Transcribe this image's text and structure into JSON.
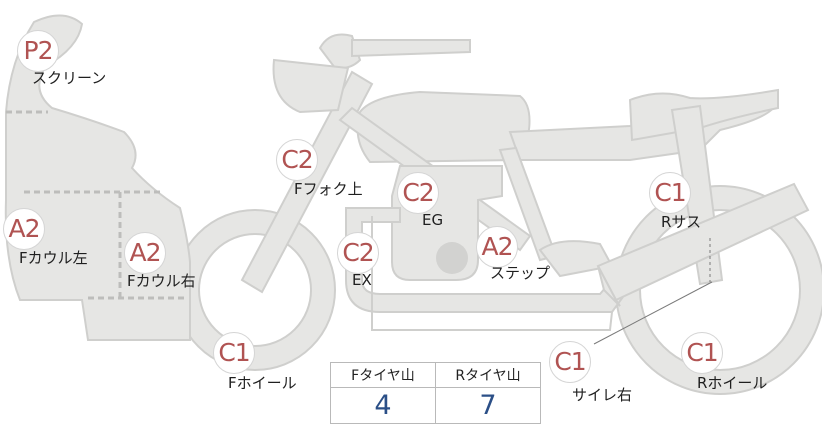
{
  "colors": {
    "body_fill": "#e6e6e4",
    "body_stroke": "#cfcfcd",
    "grade_text": "#b05352",
    "value_text": "#2b4f87"
  },
  "markers": {
    "screen": {
      "grade": "P2",
      "label": "スクリーン"
    },
    "front_fork": {
      "grade": "C2",
      "label": "Fフォク上"
    },
    "engine": {
      "grade": "C2",
      "label": "EG"
    },
    "rear_susp": {
      "grade": "C1",
      "label": "Rサス"
    },
    "fcowl_left": {
      "grade": "A2",
      "label": "Fカウル左"
    },
    "fcowl_right": {
      "grade": "A2",
      "label": "Fカウル右"
    },
    "exhaust": {
      "grade": "C2",
      "label": "EX"
    },
    "step": {
      "grade": "A2",
      "label": "ステップ"
    },
    "front_wheel": {
      "grade": "C1",
      "label": "Fホイール"
    },
    "muffler_r": {
      "grade": "C1",
      "label": "サイレ右"
    },
    "rear_wheel": {
      "grade": "C1",
      "label": "Rホイール"
    }
  },
  "tread": {
    "front_header": "Fタイヤ山",
    "rear_header": "Rタイヤ山",
    "front_value": "4",
    "rear_value": "7"
  }
}
